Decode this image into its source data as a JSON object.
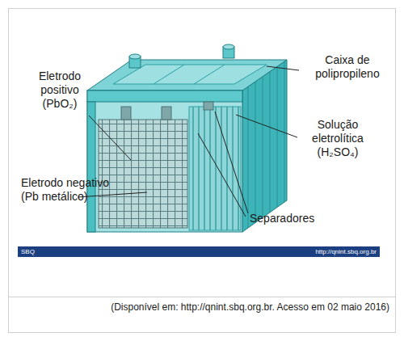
{
  "diagram": {
    "caption": "(Disponível em:  http://qnint.sbq.org.br. Acesso em 02 maio 2016)",
    "nodes": [
      {
        "text": [
          "SBQ",
          "http://qnint.sbq.org.br"
        ]
      }
    ],
    "labels": [
      "Eletrodo positivo (PbO₂)",
      "Caixa de polipropileno",
      "Solução eletrolítica (H₂SO₄)",
      "Eletrodo negativo (Pb metálico)",
      "Separadores"
    ]
  }
}
